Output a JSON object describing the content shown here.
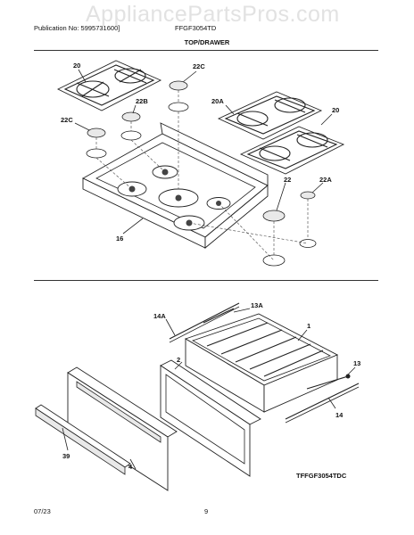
{
  "header": {
    "publication": "Publication No: 5995731600]",
    "model_center": "FFGF3054TD",
    "watermark": "AppliancePartsPros.com"
  },
  "section_title": "TOP/DRAWER",
  "top_labels": {
    "grate_left": "20",
    "cap_22c_top": "22C",
    "cap_22b": "22B",
    "cap_22c_left": "22C",
    "grate_20a": "20A",
    "grate_right": "20",
    "cap_22": "22",
    "cap_22a": "22A",
    "cooktop": "16"
  },
  "drawer_labels": {
    "rail_14a": "14A",
    "rail_13a": "13A",
    "drawer_body": "1",
    "drawer_panel": "2",
    "rail_13": "13",
    "rail_14": "14",
    "trim_39": "39",
    "front_4": "4"
  },
  "model_tag": "TFFGF3054TDC",
  "footer": {
    "date": "07/23",
    "page": "9"
  }
}
